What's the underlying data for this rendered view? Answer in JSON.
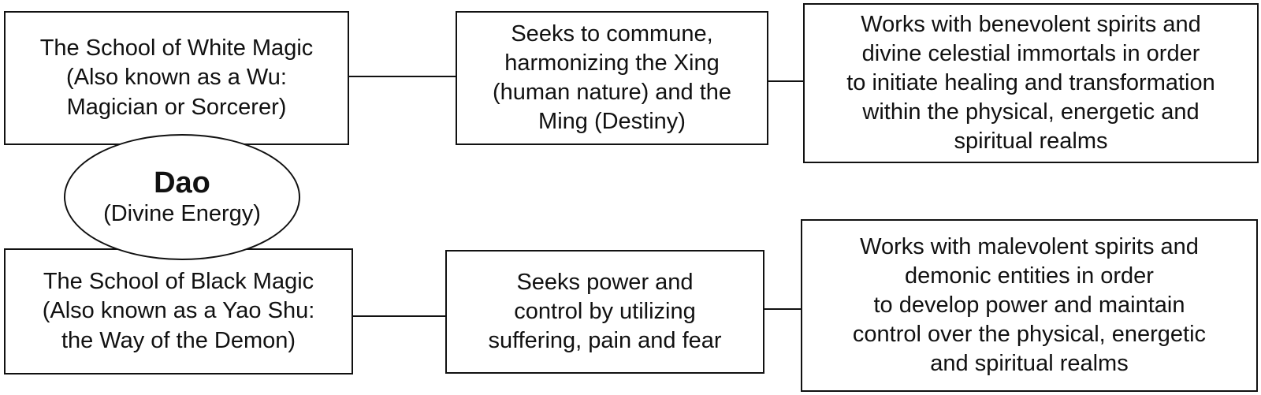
{
  "diagram": {
    "white_magic": {
      "school_lines": [
        "The School of White Magic",
        "(Also known as a Wu:",
        "Magician or Sorcerer)"
      ],
      "seeks_lines": [
        "Seeks to commune,",
        "harmonizing the Xing",
        "(human nature) and the",
        "Ming (Destiny)"
      ],
      "works_lines": [
        "Works with benevolent spirits and",
        "divine celestial immortals in order",
        "to initiate healing and transformation",
        "within the physical, energetic and",
        "spiritual realms"
      ]
    },
    "center": {
      "title": "Dao",
      "subtitle": "(Divine Energy)"
    },
    "black_magic": {
      "school_lines": [
        "The School of Black Magic",
        "(Also known as a Yao Shu:",
        "the Way of the Demon)"
      ],
      "seeks_lines": [
        "Seeks power and",
        "control by utilizing",
        "suffering, pain and fear"
      ],
      "works_lines": [
        "Works with malevolent spirits and",
        "demonic entities in order",
        "to develop power and maintain",
        "control over the physical, energetic",
        "and spiritual realms"
      ]
    }
  }
}
